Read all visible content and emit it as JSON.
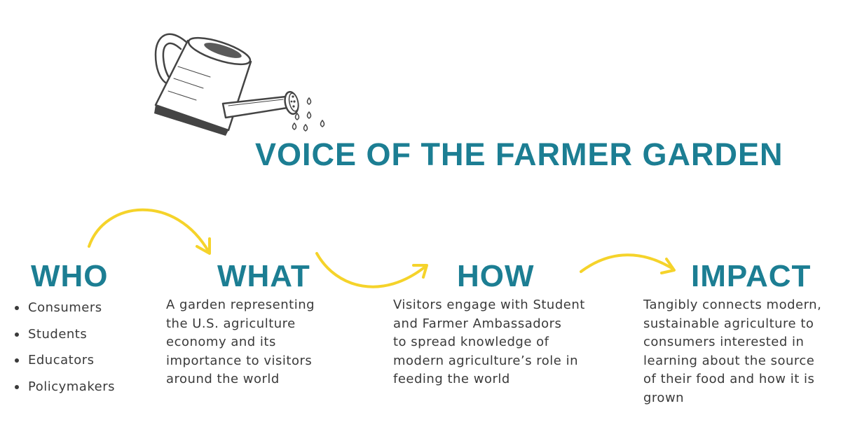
{
  "title": "VOICE OF THE FARMER GARDEN",
  "colors": {
    "heading": "#1c7e93",
    "arrow": "#f5d32a",
    "text": "#3a3a3a",
    "can_outline": "#444444"
  },
  "icons": [
    "watering-can-icon",
    "curved-arrow-icon"
  ],
  "sections": [
    {
      "heading": "WHO",
      "items": [
        "Consumers",
        "Students",
        "Educators",
        "Policymakers"
      ]
    },
    {
      "heading": "WHAT",
      "text": "A garden representing\nthe U.S. agriculture\neconomy and its\nimportance to visitors\naround the world"
    },
    {
      "heading": "HOW",
      "text": "Visitors engage with Student\nand Farmer Ambassadors\nto spread knowledge of\nmodern agriculture’s role in\nfeeding the world"
    },
    {
      "heading": "IMPACT",
      "text": "Tangibly connects modern,\nsustainable agriculture to\nconsumers interested in\nlearning about the source\nof their food and how it is\ngrown"
    }
  ]
}
